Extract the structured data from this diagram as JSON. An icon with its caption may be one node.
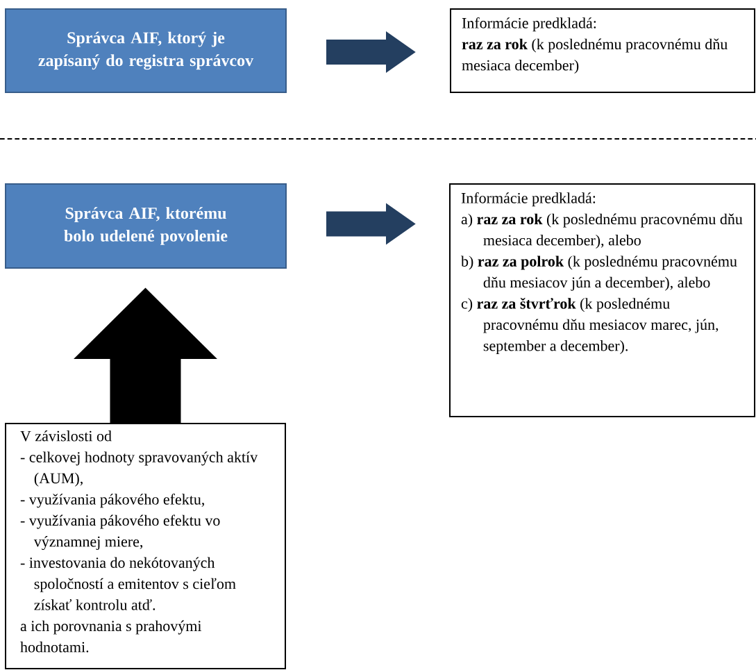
{
  "diagram": {
    "nodes": [
      {
        "text": [
          "Správca AIF, ktorý je zapísaný do registra správcov"
        ]
      },
      {
        "text": [
          "Informácie predkladá:",
          "**raz za rok** (k poslednému pracovnému dňu mesiaca december)"
        ]
      },
      {
        "text": [
          "Správca AIF, ktorému bolo udelené povolenie"
        ]
      },
      {
        "text": [
          "Informácie predkladá:",
          "a) **raz za rok** (k poslednému pracovnému dňu mesiaca december), alebo",
          "b) **raz za polrok** (k poslednému pracovnému dňu mesiacov jún a december), alebo",
          "c) **raz za štvrťrok** (k poslednému pracovnému dňu mesiacov marec, jún, september a december)."
        ]
      },
      {
        "text": [
          "V závislosti od",
          "- celkovej hodnoty spravovaných aktív (AUM),",
          "- využívania pákového efektu,",
          "- využívania pákového efektu vo významnej miere,",
          "- investovania do nekótovaných spoločností a emitentov s cieľom získať kontrolu atď.",
          "a ich porovnania s prahovými hodnotami."
        ]
      }
    ],
    "edges": [
      {
        "from": 0,
        "to": 1,
        "arrow": "to"
      },
      {
        "from": 2,
        "to": 3,
        "arrow": "to"
      },
      {
        "from": 4,
        "to": 2,
        "arrow": "to",
        "color": "#000000"
      }
    ]
  }
}
